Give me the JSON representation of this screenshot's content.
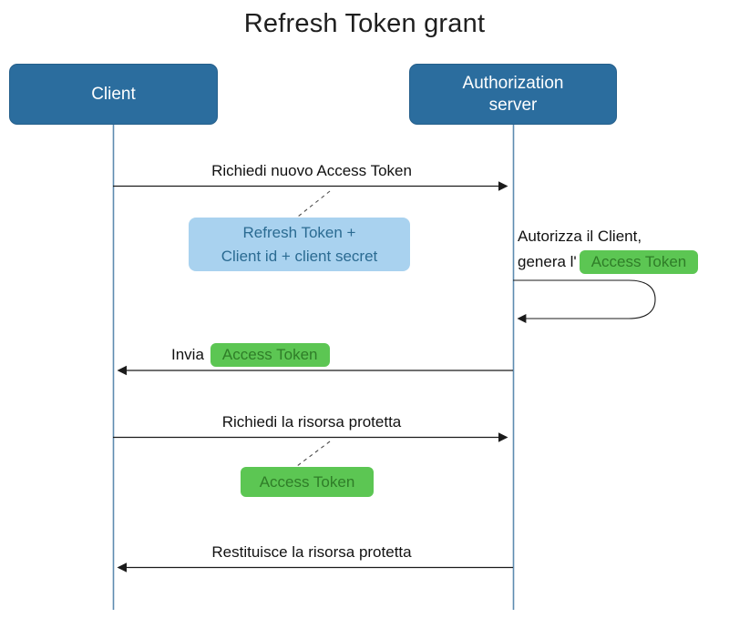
{
  "title": "Refresh Token grant",
  "actors": {
    "client": "Client",
    "auth_server": "Authorization server"
  },
  "messages": {
    "request_token": "Richiedi nuovo Access Token",
    "authorize_line1": "Autorizza il Client,",
    "authorize_line2_prefix": "genera l'",
    "authorize_token_chip": "Access Token",
    "send_prefix": "Invia",
    "send_token_chip": "Access Token",
    "request_resource": "Richiedi la risorsa protetta",
    "return_resource": "Restituisce la risorsa protetta"
  },
  "notes": {
    "credentials_line1": "Refresh Token +",
    "credentials_line2": "Client id + client secret",
    "access_token": "Access Token"
  },
  "colors": {
    "actor_fill": "#2b6d9e",
    "actor_text": "#ffffff",
    "lifeline": "#5e8cb0",
    "note_blue_fill": "#a9d2ef",
    "note_blue_text": "#2b6b92",
    "token_green_fill": "#5cc653",
    "token_green_text": "#2f7d28",
    "arrow": "#1b1b1b",
    "dashed_connector": "#4a4a4a"
  }
}
